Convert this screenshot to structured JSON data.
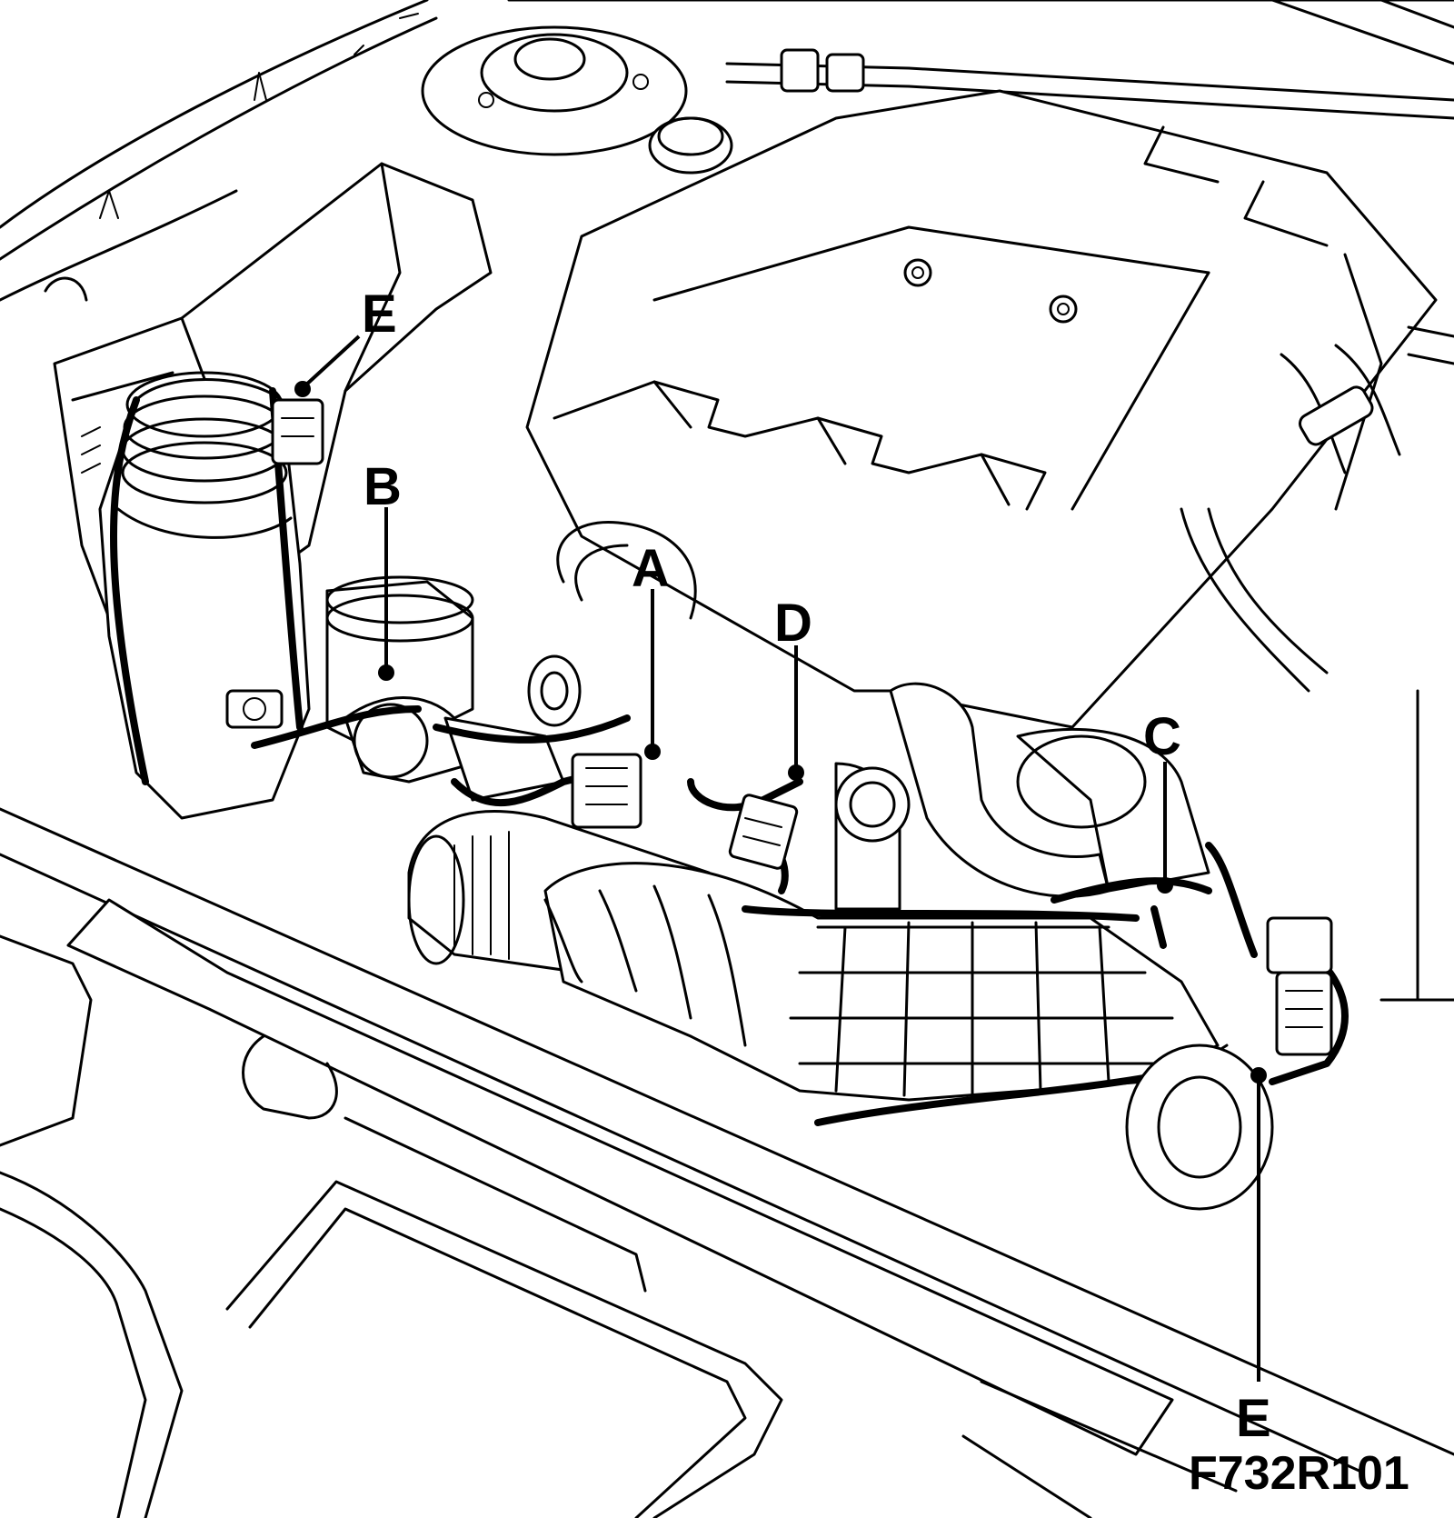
{
  "figure_code": "F732R101",
  "callouts": [
    {
      "id": "A",
      "label": "A"
    },
    {
      "id": "B",
      "label": "B"
    },
    {
      "id": "C",
      "label": "C"
    },
    {
      "id": "D",
      "label": "D"
    },
    {
      "id": "E1",
      "label": "E"
    },
    {
      "id": "E2",
      "label": "E"
    }
  ]
}
